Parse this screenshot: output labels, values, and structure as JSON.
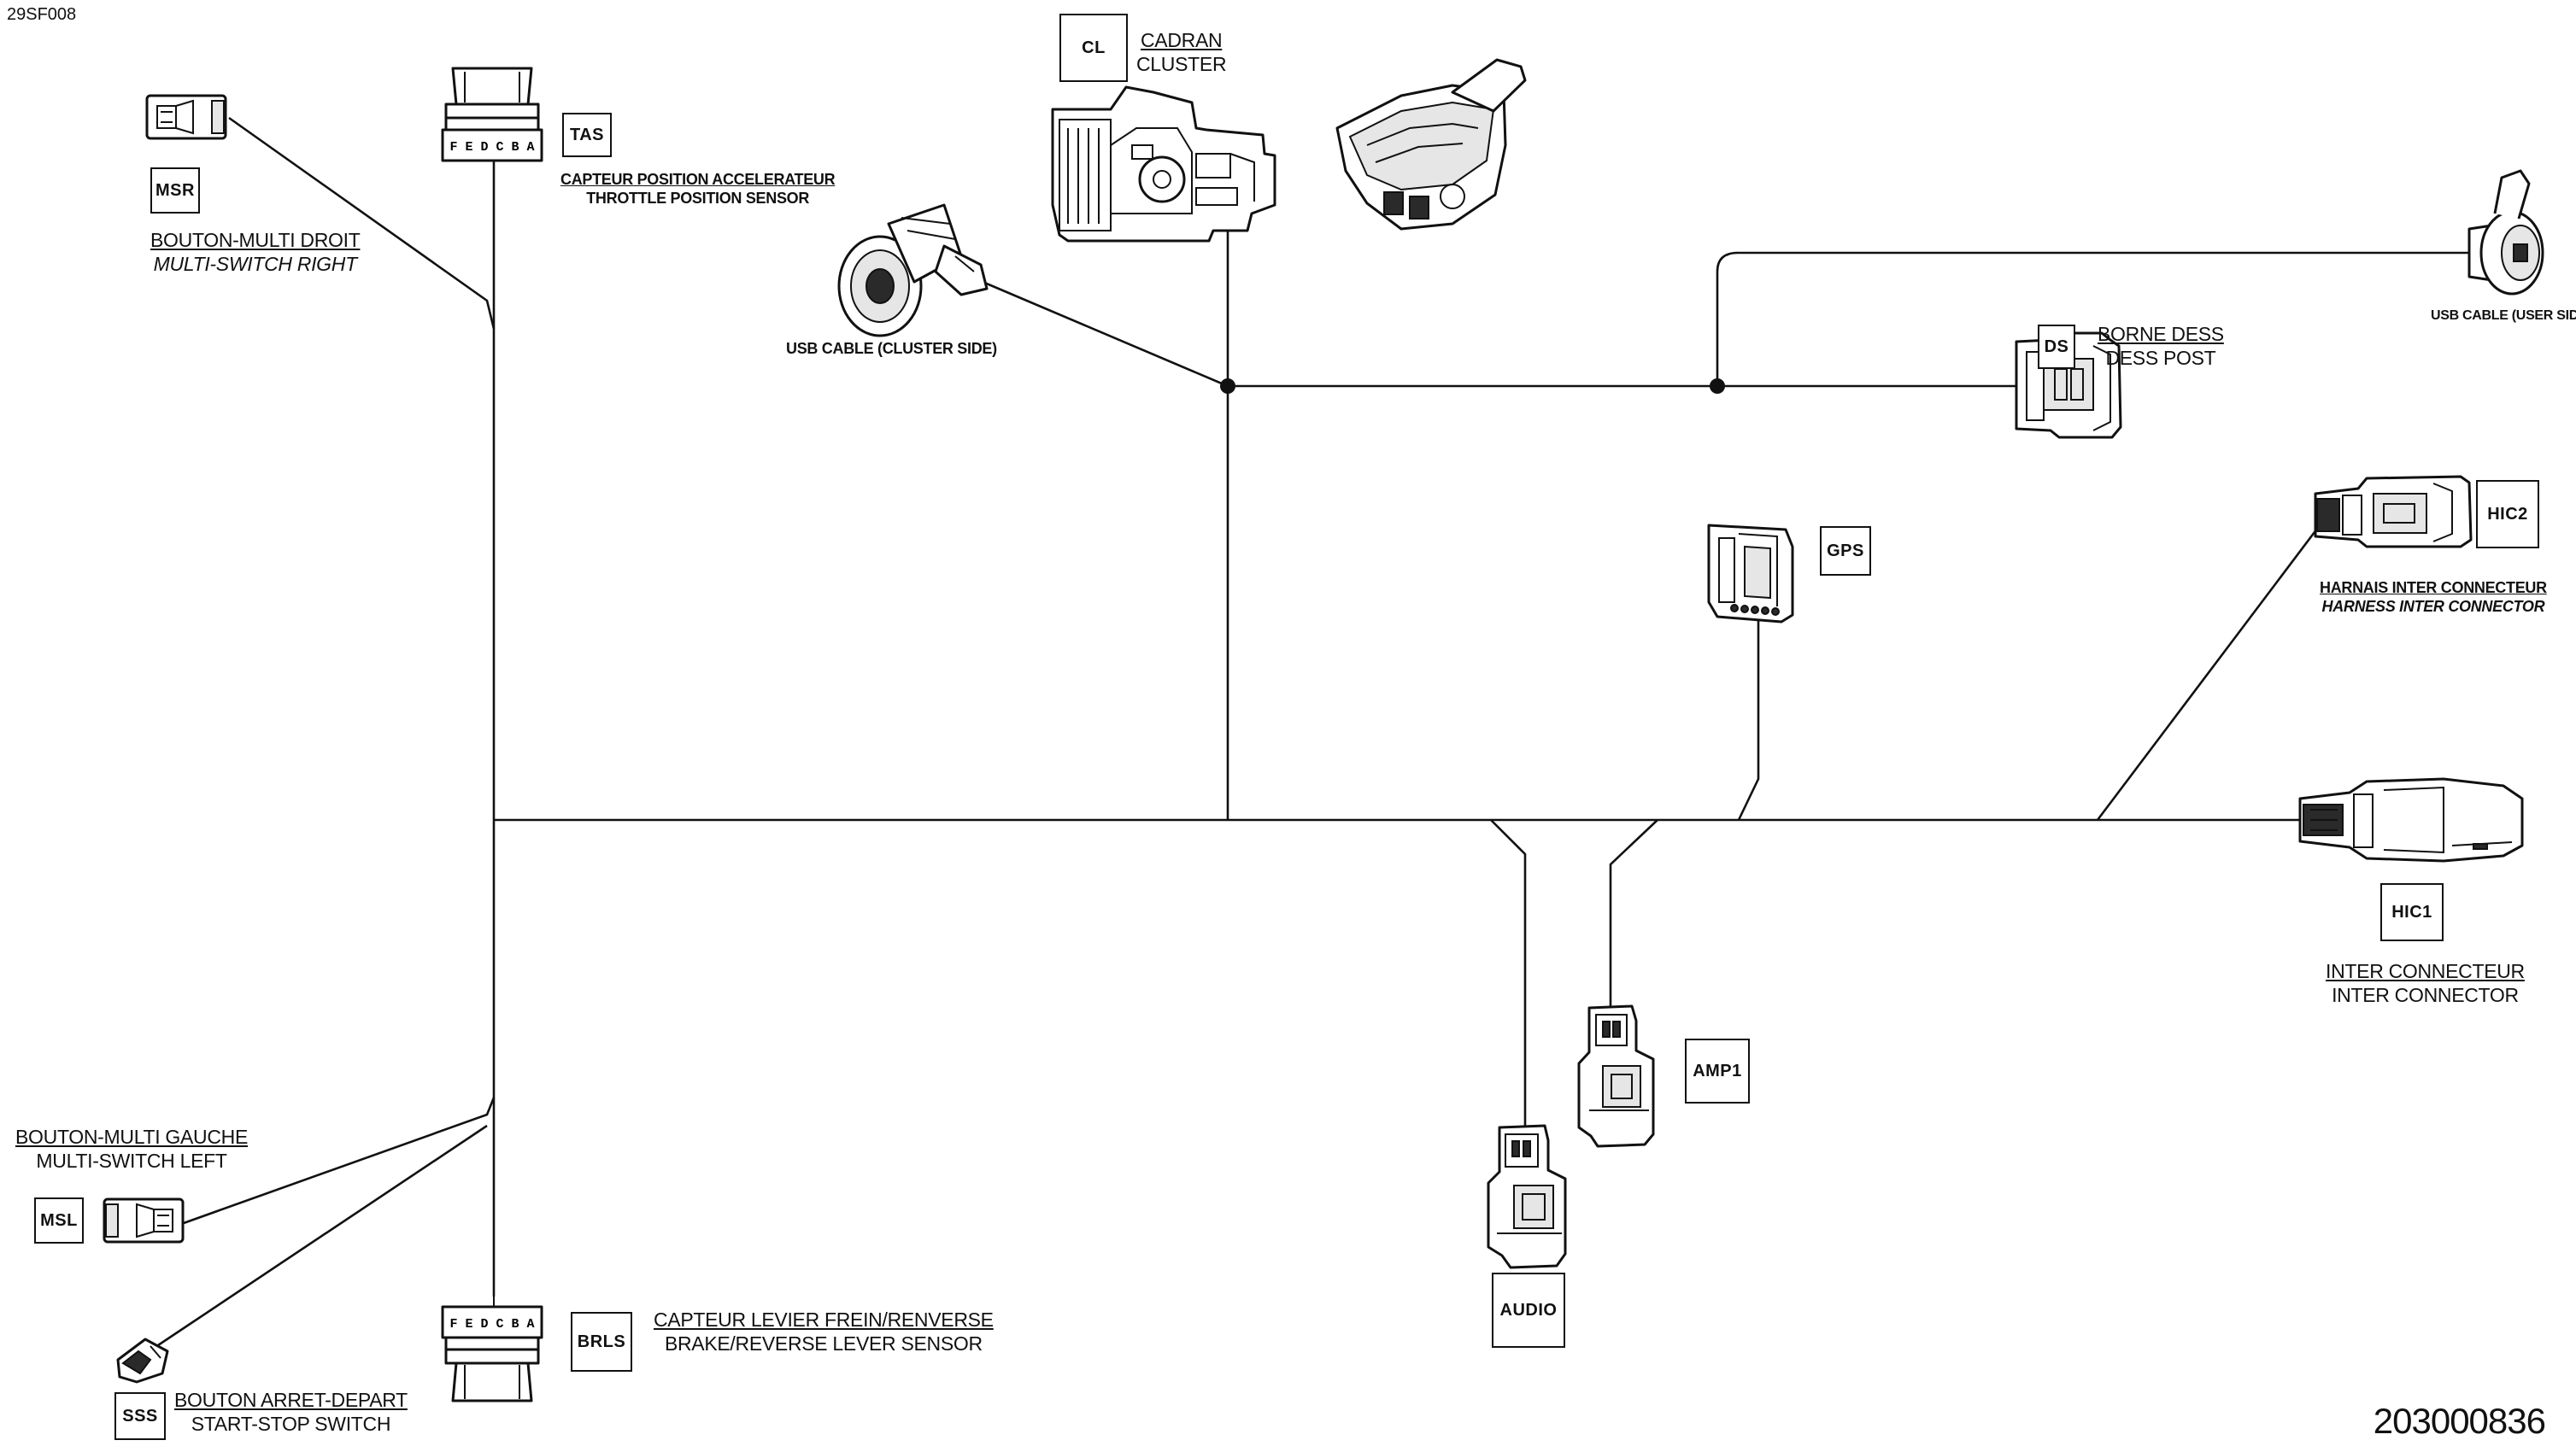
{
  "sheet_code": "29SF008",
  "part_number": "203000836",
  "connectors": {
    "msr": {
      "code": "MSR",
      "label_fr": "BOUTON-MULTI DROIT",
      "label_en": "MULTI-SWITCH RIGHT"
    },
    "tas": {
      "code": "TAS",
      "pins": "F E D C B A",
      "label_fr": "CAPTEUR POSITION ACCELERATEUR",
      "label_en": "THROTTLE POSITION SENSOR"
    },
    "usb_cluster": {
      "label": "USB CABLE (CLUSTER SIDE)"
    },
    "cl": {
      "code": "CL",
      "label_fr": "CADRAN",
      "label_en": "CLUSTER"
    },
    "usb_user": {
      "label": "USB CABLE (USER SIDE)"
    },
    "ds": {
      "code": "DS",
      "label_fr": "BORNE DESS",
      "label_en": "DESS POST"
    },
    "gps": {
      "code": "GPS"
    },
    "hic2": {
      "code": "HIC2",
      "label_fr": "HARNAIS INTER CONNECTEUR",
      "label_en": "HARNESS INTER CONNECTOR"
    },
    "hic1": {
      "code": "HIC1",
      "label_fr": "INTER CONNECTEUR",
      "label_en": "INTER CONNECTOR"
    },
    "amp1": {
      "code": "AMP1"
    },
    "audio": {
      "code": "AUDIO"
    },
    "msl": {
      "code": "MSL",
      "label_fr": "BOUTON-MULTI GAUCHE",
      "label_en": "MULTI-SWITCH LEFT"
    },
    "sss": {
      "code": "SSS",
      "label_fr": "BOUTON ARRET-DEPART",
      "label_en": "START-STOP SWITCH"
    },
    "brls": {
      "code": "BRLS",
      "pins": "F E D C B A",
      "label_fr": "CAPTEUR LEVIER FREIN/RENVERSE",
      "label_en": "BRAKE/REVERSE LEVER SENSOR"
    }
  }
}
